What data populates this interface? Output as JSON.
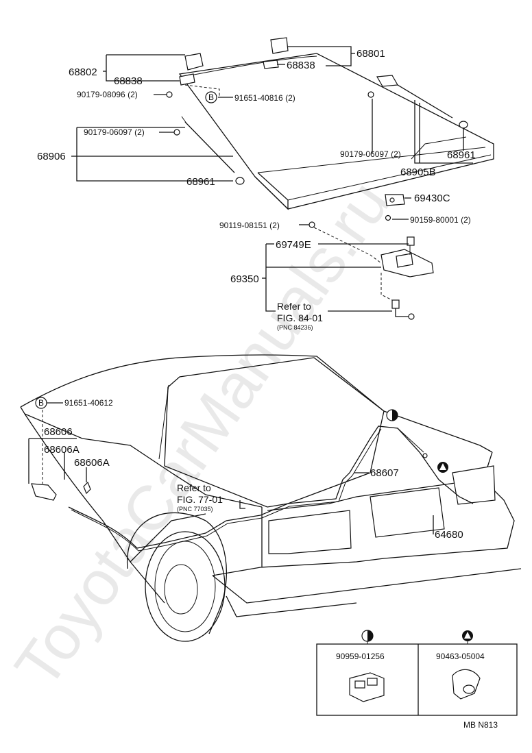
{
  "labels": {
    "p68802": "68802",
    "p68838a": "68838",
    "p68838b": "68838",
    "p68801": "68801",
    "p90179_08096": "90179-08096 (2)",
    "p91651_40816": "91651-40816 (2)",
    "p90179_06097a": "90179-06097 (2)",
    "p68906": "68906",
    "p68961a": "68961",
    "p90179_06097b": "90179-06097 (2)",
    "p68961b": "68961",
    "p68905b": "68905B",
    "p69430c": "69430C",
    "p90159_80001": "90159-80001 (2)",
    "p90119_08151": "90119-08151 (2)",
    "p69749e": "69749E",
    "p69350": "69350",
    "refer84_a": "Refer to",
    "refer84_b": "FIG. 84-01",
    "refer84_c": "(PNC 84236)",
    "p91651_40612": "91651-40612",
    "p68606": "68606",
    "p68606a1": "68606A",
    "p68606a2": "68606A",
    "refer77_a": "Refer to",
    "refer77_b": "FIG. 77-01",
    "refer77_c": "(PNC 77035)",
    "p68607": "68607",
    "p64680": "64680",
    "badge_b1": "B",
    "badge_b2": "B",
    "inset_left": "90959-01256",
    "inset_right": "90463-05004",
    "footer": "MB  N813"
  },
  "watermark": "ToyotaCarManuals.ru"
}
